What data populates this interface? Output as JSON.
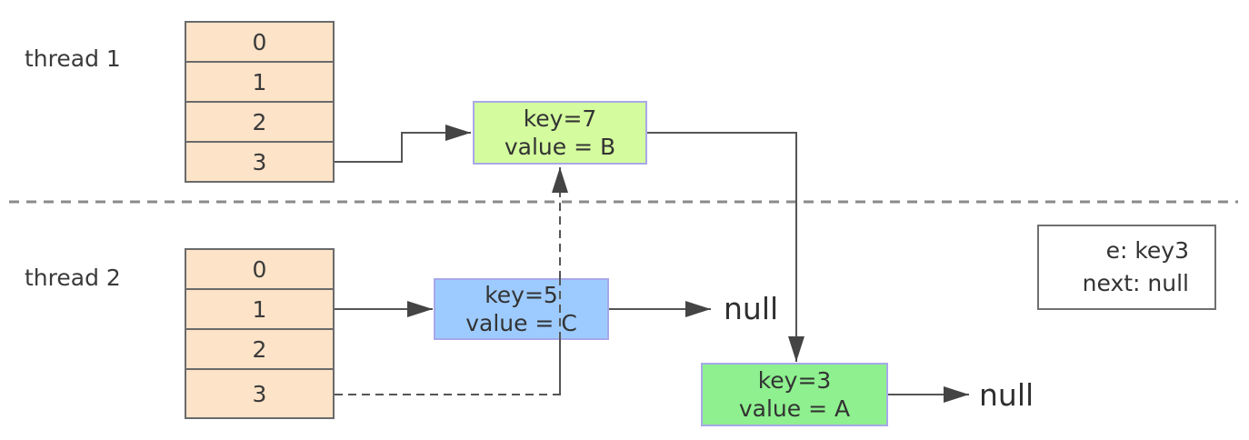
{
  "threads": [
    {
      "label": "thread 1",
      "buckets": [
        "0",
        "1",
        "2",
        "3"
      ]
    },
    {
      "label": "thread 2",
      "buckets": [
        "0",
        "1",
        "2",
        "3"
      ]
    }
  ],
  "nodes": {
    "key7": {
      "key": "key=7",
      "value": "value = B",
      "fill": "#d4fc9e"
    },
    "key5": {
      "key": "key=5",
      "value": "value = C",
      "fill": "#9dcbff"
    },
    "key3": {
      "key": "key=3",
      "value": "value = A",
      "fill": "#8ef08f"
    }
  },
  "null_label": "null",
  "info": {
    "e_text": "e:  key3",
    "next_text": "next:  null"
  }
}
